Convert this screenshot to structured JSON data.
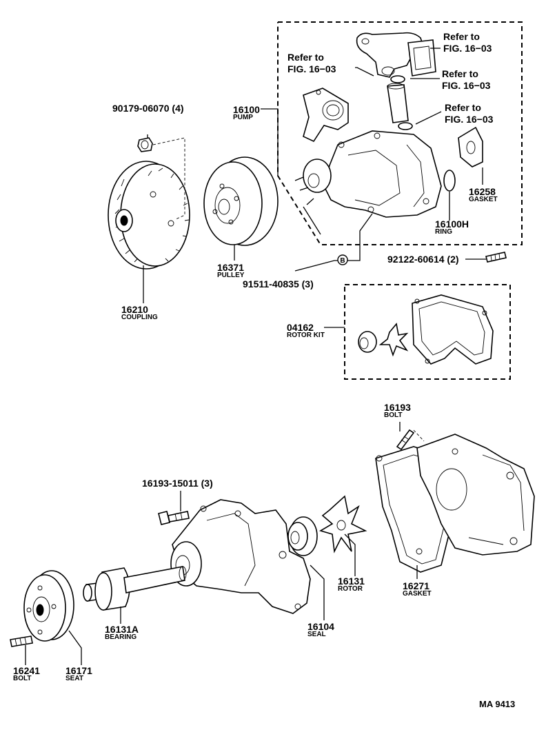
{
  "refs": {
    "refer_outlet": [
      "Refer to",
      "FIG. 16−03"
    ],
    "refer_inlet": [
      "Refer to",
      "FIG. 16−03"
    ],
    "refer_oring": [
      "Refer to",
      "FIG. 16−03"
    ],
    "refer_bypass": [
      "Refer to",
      "FIG. 16−03"
    ]
  },
  "parts": {
    "p90179": {
      "number": "90179-06070 (4)"
    },
    "p16100": {
      "number": "16100",
      "name": "PUMP"
    },
    "p16258": {
      "number": "16258",
      "name": "GASKET"
    },
    "p16100H": {
      "number": "16100H",
      "name": "RING"
    },
    "p92122": {
      "number": "92122-60614 (2)"
    },
    "p91511": {
      "number": "91511-40835 (3)"
    },
    "p16371": {
      "number": "16371",
      "name": "PULLEY"
    },
    "p16210": {
      "number": "16210",
      "name": "COUPLING"
    },
    "p04162": {
      "number": "04162",
      "name": "ROTOR KIT"
    },
    "p16193": {
      "number": "16193",
      "name": "BOLT"
    },
    "p1619315011": {
      "number": "16193-15011 (3)"
    },
    "p16131A": {
      "number": "16131A",
      "name": "BEARING"
    },
    "p16104": {
      "number": "16104",
      "name": "SEAL"
    },
    "p16131": {
      "number": "16131",
      "name": "ROTOR"
    },
    "p16271": {
      "number": "16271",
      "name": "GASKET"
    },
    "p16241": {
      "number": "16241",
      "name": "BOLT"
    },
    "p16171": {
      "number": "16171",
      "name": "SEAT"
    }
  },
  "figure_code": "MA 9413",
  "callout_symbol": "B"
}
